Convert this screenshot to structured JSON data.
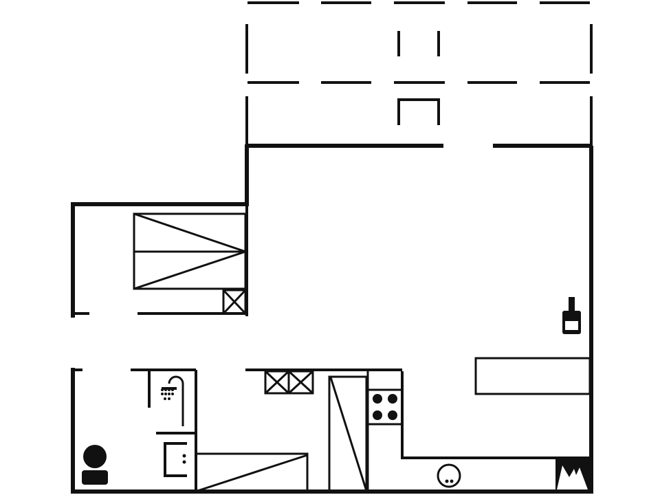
{
  "plan": {
    "line_color": "#111111",
    "background": "#ffffff",
    "rooms": [
      "terrace",
      "living-kitchen",
      "bedroom",
      "bathroom",
      "sleeping-alcove"
    ],
    "fixtures": [
      "double-bed",
      "wardrobe",
      "shower",
      "washbasin",
      "toilet",
      "kitchen-cabinets",
      "fridge",
      "stove",
      "counter",
      "stove-heater",
      "fireplace",
      "round-table"
    ]
  }
}
